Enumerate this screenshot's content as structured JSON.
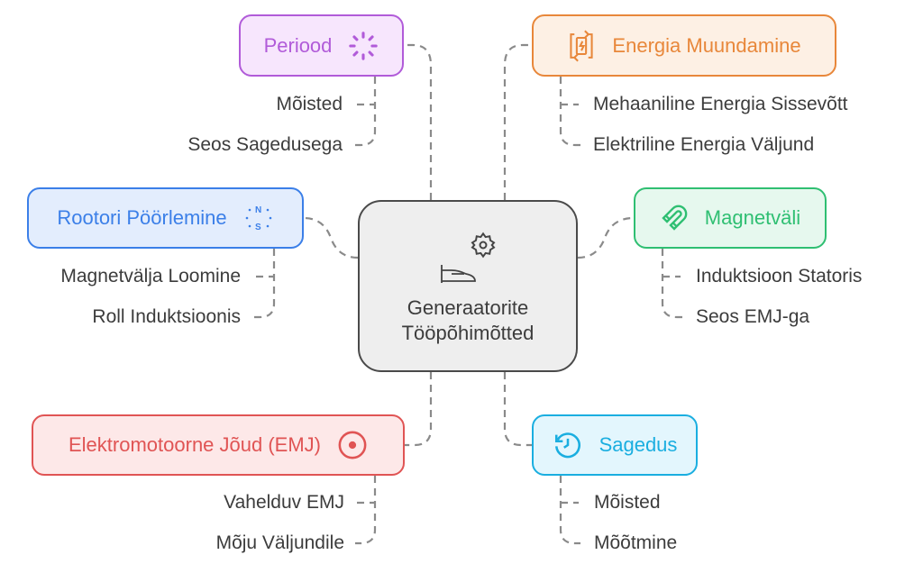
{
  "center": {
    "title_line1": "Generaatorite",
    "title_line2": "Tööpõhimõtted",
    "icons": [
      "gear-icon",
      "iron-icon"
    ]
  },
  "nodes": {
    "periood": {
      "label": "Periood",
      "icon": "loader-icon",
      "color": "#b15bd9",
      "items": [
        "Mõisted",
        "Seos Sagedusega"
      ]
    },
    "energia": {
      "label": "Energia Muundamine",
      "icon": "battery-cycle-icon",
      "color": "#e8873a",
      "items": [
        "Mehaaniline Energia Sissevõtt",
        "Elektriline Energia Väljund"
      ]
    },
    "rootori": {
      "label": "Rootori Pöörlemine",
      "icon": "compass-ns-icon",
      "color": "#3b7fe8",
      "items": [
        "Magnetvälja Loomine",
        "Roll Induktsioonis"
      ]
    },
    "magnet": {
      "label": "Magnetväli",
      "icon": "magnet-icon",
      "color": "#2fbf72",
      "items": [
        "Induktsioon Statoris",
        "Seos EMJ-ga"
      ]
    },
    "emj": {
      "label": "Elektromotoorne Jõud (EMJ)",
      "icon": "target-icon",
      "color": "#e05454",
      "items": [
        "Vahelduv EMJ",
        "Mõju Väljundile"
      ]
    },
    "sagedus": {
      "label": "Sagedus",
      "icon": "history-clock-icon",
      "color": "#1aaee0",
      "items": [
        "Mõisted",
        "Mõõtmine"
      ]
    }
  }
}
